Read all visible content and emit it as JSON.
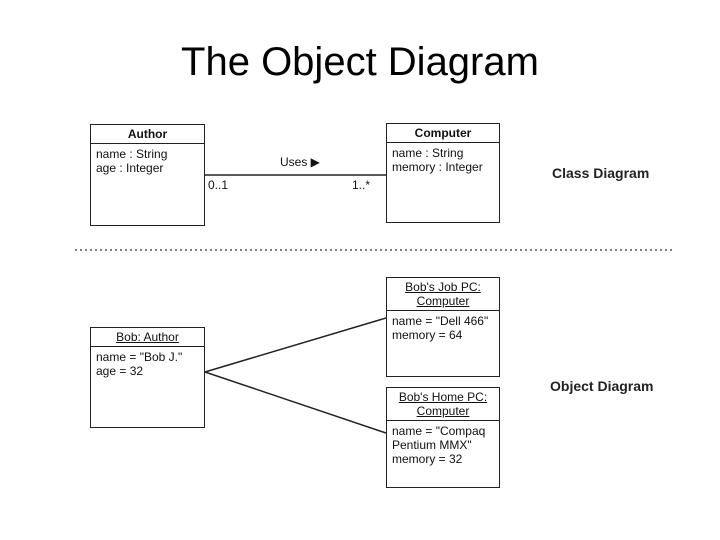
{
  "title": "The Object Diagram",
  "class_diagram": {
    "label": "Class Diagram",
    "author": {
      "name": "Author",
      "attributes": [
        "name : String",
        "age : Integer"
      ]
    },
    "computer": {
      "name": "Computer",
      "attributes": [
        "name : String",
        "memory : Integer"
      ]
    },
    "association": {
      "label": "Uses ▶",
      "author_multiplicity": "0..1",
      "computer_multiplicity": "1..*"
    }
  },
  "object_diagram": {
    "label": "Object Diagram",
    "bob": {
      "name": "Bob: Author",
      "attributes": [
        "name = \"Bob J.\"",
        "age = 32"
      ]
    },
    "job_pc": {
      "name_line1": "Bob's Job PC:",
      "name_line2": "Computer",
      "attributes": [
        "name = \"Dell 466\"",
        "memory = 64"
      ]
    },
    "home_pc": {
      "name_line1": "Bob's Home PC:",
      "name_line2": "Computer",
      "attributes": [
        "name = \"Compaq",
        "Pentium MMX\"",
        "memory = 32"
      ]
    }
  }
}
